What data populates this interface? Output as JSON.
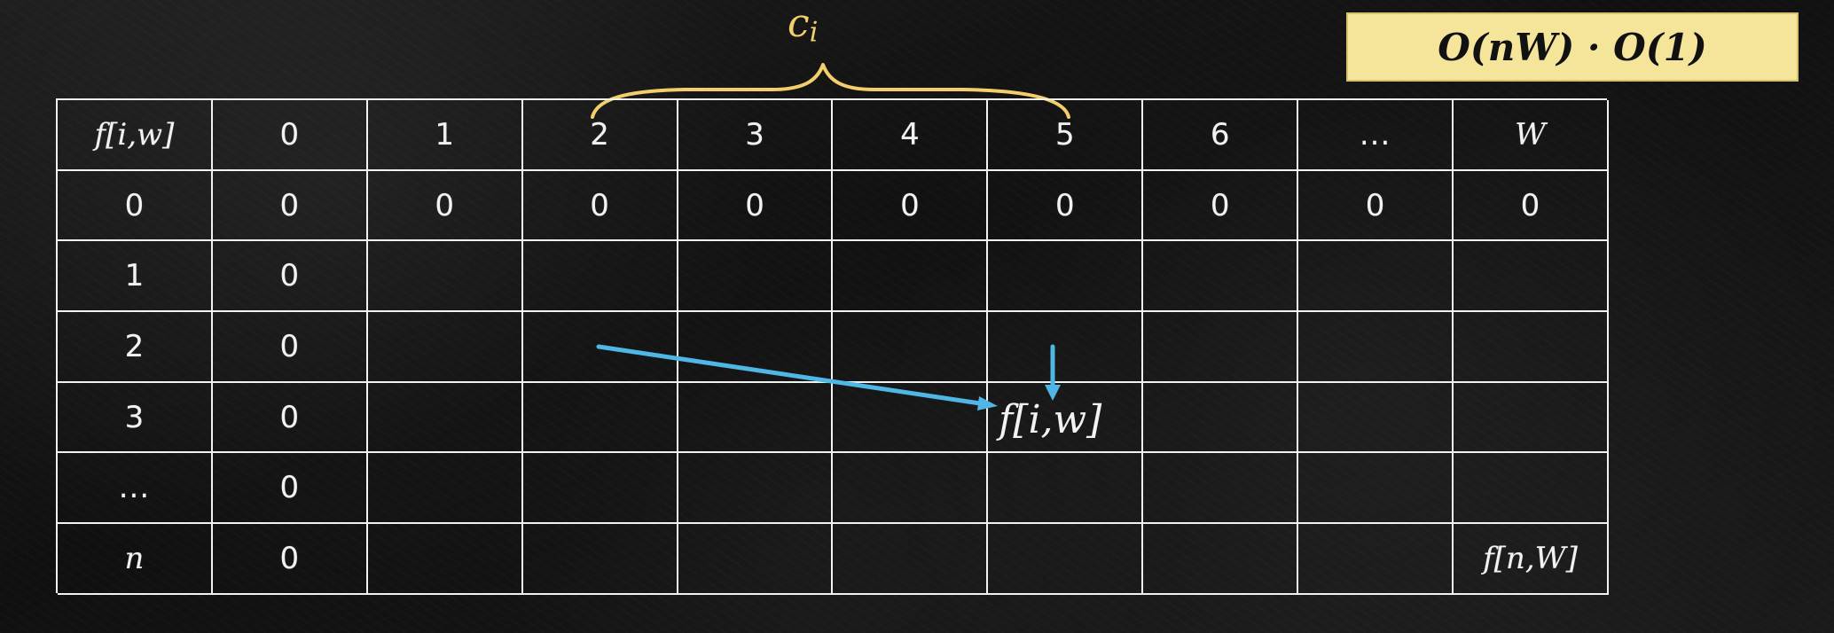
{
  "top_box": {
    "formula": "O(nW) · O(1)"
  },
  "brace": {
    "label_base": "c",
    "label_sub": "i"
  },
  "table": {
    "headers": [
      "f[i,w]",
      "0",
      "1",
      "2",
      "3",
      "4",
      "5",
      "6",
      "...",
      "W"
    ],
    "rows": [
      [
        "0",
        "0",
        "0",
        "0",
        "0",
        "0",
        "0",
        "0",
        "0",
        "0"
      ],
      [
        "1",
        "0",
        "",
        "",
        "",
        "",
        "",
        "",
        "",
        ""
      ],
      [
        "2",
        "0",
        "",
        "",
        "",
        "",
        "",
        "",
        "",
        ""
      ],
      [
        "3",
        "0",
        "",
        "",
        "",
        "",
        "",
        "",
        "",
        ""
      ],
      [
        "...",
        "0",
        "",
        "",
        "",
        "",
        "",
        "",
        "",
        ""
      ],
      [
        "n",
        "0",
        "",
        "",
        "",
        "",
        "",
        "",
        "",
        "f[n,W]"
      ]
    ]
  },
  "highlight": {
    "cell_text": "f[i,w]"
  },
  "colors": {
    "brace": "#f3cf6c",
    "arrows": "#4fb6e5",
    "box_fill": "#f5e59b"
  }
}
